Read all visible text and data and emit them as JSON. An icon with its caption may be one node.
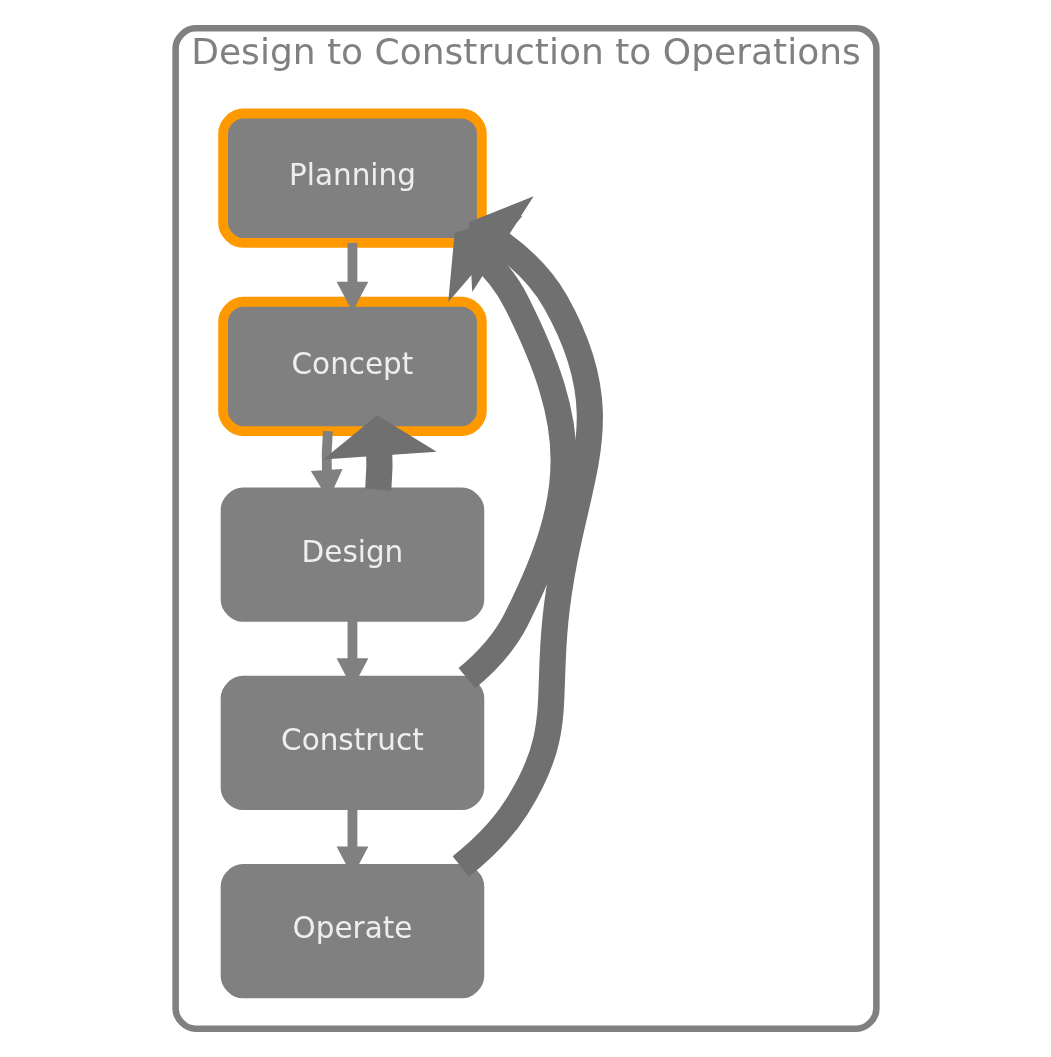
{
  "diagram": {
    "nodes": [
      {
        "text": [
          "Design to Construction to Operations"
        ]
      },
      {
        "text": [
          "Planning"
        ],
        "in": 0
      },
      {
        "text": [
          "Concept"
        ],
        "in": 0
      },
      {
        "text": [
          "Design"
        ],
        "in": 0
      },
      {
        "text": [
          "Construct"
        ],
        "in": 0
      },
      {
        "text": [
          "Operate"
        ],
        "in": 0
      }
    ],
    "edges": [
      {
        "from": 1,
        "to": 2,
        "arrow": "to"
      },
      {
        "from": 2,
        "to": 3,
        "arrow": "to"
      },
      {
        "from": 3,
        "to": 4,
        "arrow": "to"
      },
      {
        "from": 4,
        "to": 5,
        "arrow": "to"
      },
      {
        "from": 5,
        "to": 1,
        "arrow": "to",
        "style": "thick"
      },
      {
        "from": 3,
        "to": 2,
        "arrow": "to",
        "style": "thick"
      },
      {
        "from": 4,
        "to": 1,
        "arrow": "to",
        "style": "thick"
      }
    ]
  }
}
